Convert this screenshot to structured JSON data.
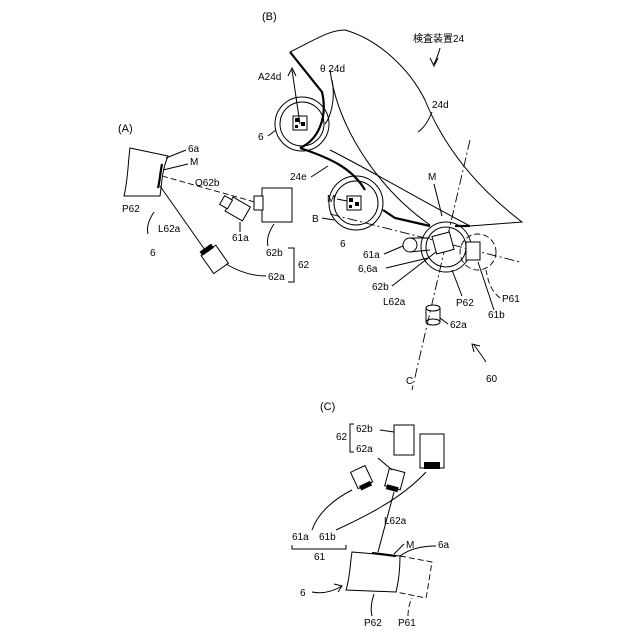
{
  "panels": {
    "A": "(A)",
    "B": "(B)",
    "C": "(C)"
  },
  "panel_a": {
    "label_6a": "6a",
    "label_M": "M",
    "label_O62b": "O62b",
    "label_P62": "P62",
    "label_6": "6",
    "label_L62a": "L62a",
    "label_61a": "61a",
    "label_62b": "62b",
    "label_62a": "62a",
    "label_62": "62"
  },
  "panel_b": {
    "label_inspection_device": "検査装置24",
    "label_A24d": "A24d",
    "label_theta24d": "θ 24d",
    "label_24d": "24d",
    "label_6_top": "6",
    "label_24e": "24e",
    "label_M_roller": "M",
    "label_B": "B",
    "label_6_mid": "6",
    "label_M_right": "M",
    "label_61a": "61a",
    "label_6_6a": "6,6a",
    "label_62b": "62b",
    "label_L62a": "L62a",
    "label_P62": "P62",
    "label_P61": "P61",
    "label_61b": "61b",
    "label_62a": "62a",
    "label_C": "C",
    "label_60": "60"
  },
  "panel_c": {
    "label_62b": "62b",
    "label_62": "62",
    "label_62a": "62a",
    "label_61a": "61a",
    "label_61b": "61b",
    "label_61": "61",
    "label_L62a": "L62a",
    "label_M": "M",
    "label_6a": "6a",
    "label_6": "6",
    "label_P62": "P62",
    "label_P61": "P61"
  }
}
